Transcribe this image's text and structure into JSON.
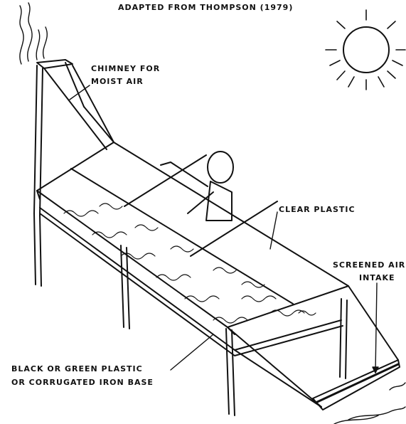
{
  "caption": "ADAPTED FROM THOMPSON (1979)",
  "labels": {
    "chimney": [
      "CHIMNEY FOR",
      "MOIST AIR"
    ],
    "clear_plastic": "CLEAR PLASTIC",
    "screened_air": [
      "SCREENED AIR",
      "INTAKE"
    ],
    "base": [
      "BLACK OR GREEN PLASTIC",
      "OR CORRUGATED IRON BASE"
    ]
  },
  "icons": [
    "sun-icon",
    "moist-air-wisps-icon",
    "air-intake-wisps-icon"
  ],
  "colors": {
    "ink": "#111111",
    "paper": "#ffffff"
  }
}
